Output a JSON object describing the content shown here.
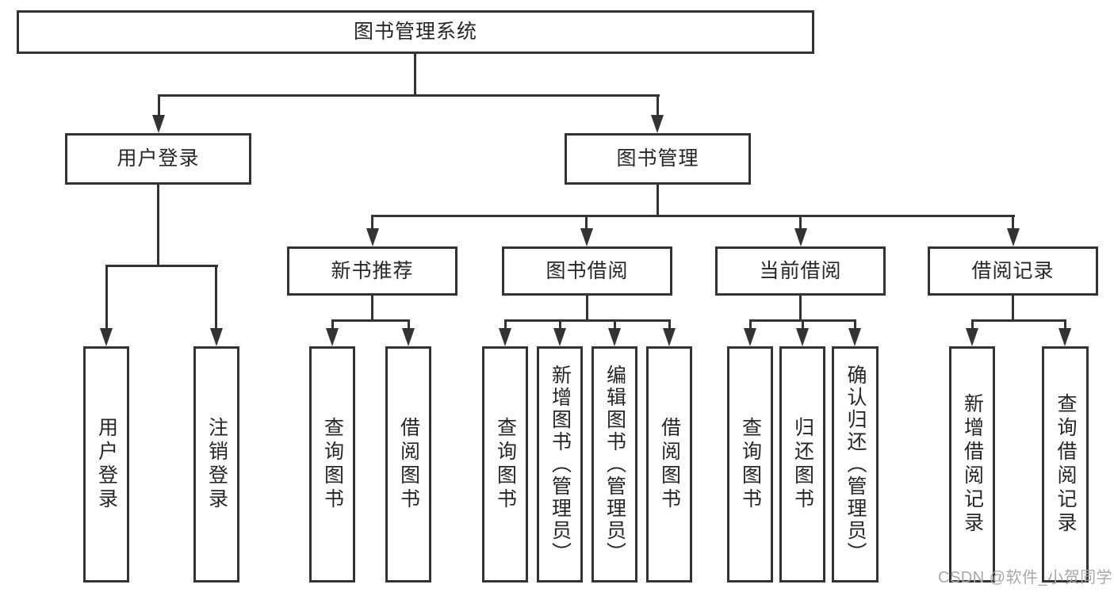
{
  "tree": {
    "root": {
      "label": "图书管理系统"
    },
    "branches": [
      {
        "label": "用户登录",
        "children": [
          {
            "label": "用户登录"
          },
          {
            "label": "注销登录"
          }
        ]
      },
      {
        "label": "图书管理",
        "children": [
          {
            "label": "新书推荐",
            "children": [
              {
                "label": "查询图书"
              },
              {
                "label": "借阅图书"
              }
            ]
          },
          {
            "label": "图书借阅",
            "children": [
              {
                "label": "查询图书"
              },
              {
                "label": "新增图书（管理员）"
              },
              {
                "label": "编辑图书（管理员）"
              },
              {
                "label": "借阅图书"
              }
            ]
          },
          {
            "label": "当前借阅",
            "children": [
              {
                "label": "查询图书"
              },
              {
                "label": "归还图书"
              },
              {
                "label": "确认归还（管理员）"
              }
            ]
          },
          {
            "label": "借阅记录",
            "children": [
              {
                "label": "新增借阅记录"
              },
              {
                "label": "查询借阅记录"
              }
            ]
          }
        ]
      }
    ]
  },
  "watermark": {
    "text": "CSDN @软件_小贺同学"
  },
  "colors": {
    "line": "#333333",
    "text": "#262626",
    "watermark": "#a8a8a8",
    "background": "#ffffff"
  }
}
